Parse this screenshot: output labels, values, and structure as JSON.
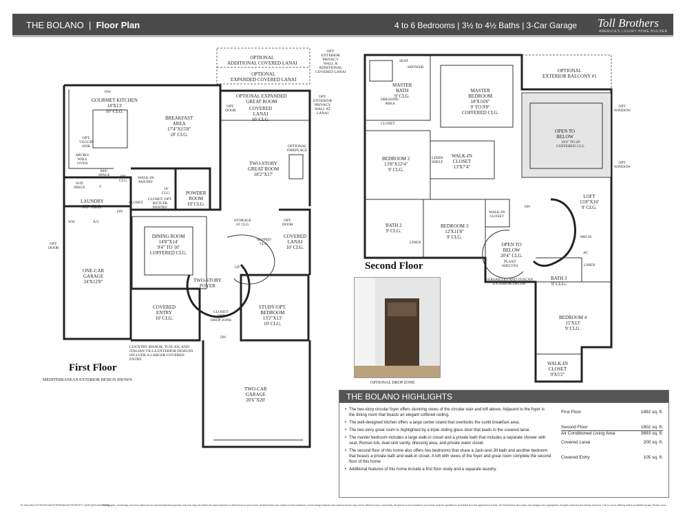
{
  "header": {
    "plan_name": "THE BOLANO",
    "separator": "|",
    "section": "Floor Plan",
    "specs": "4 to 6 Bedrooms | 3½ to 4½ Baths | 3-Car Garage",
    "brand": "Toll Brothers",
    "brand_tagline": "AMERICA'S LUXURY HOME BUILDER"
  },
  "first_floor": {
    "title": "First Floor",
    "caption": "MEDITERRANEAN EXTERIOR DESIGN SHOWN",
    "rooms": {
      "kitchen": "GOURMET KITCHEN\n18'X13'\n10' CLG.",
      "breakfast": "BREAKFAST\nAREA\n17'4\"X15'8\"\n10' CLG.",
      "opt_additional_lanai": "OPTIONAL\nADDITIONAL COVERED LANAI",
      "opt_expanded_lanai": "OPTIONAL\nEXPANDED COVERED LANAI",
      "opt_expanded_great": "OPTIONAL EXPANDED\nGREAT ROOM",
      "covered_lanai_top": "COVERED\nLANAI\n10' CLG.",
      "opt_ext_wall_1": "OPT.\nEXTERIOR\nPRIVACY\nWALL &\nADDITIONAL\nCOVERED LANAI",
      "opt_ext_wall_2": "OPT.\nEXTERIOR\nPRIVACY\nWALL AT\nLANAI",
      "opt_door_1": "OPT.\nDOOR",
      "great_room": "TWO-STORY\nGREAT ROOM\n18'2\"X17'",
      "opt_fireplace": "OPTIONAL\nFIREPLACE",
      "opt_veggie_sink": "OPT.\nVEGGIE\nSINK",
      "micro_oven": "MICRO/\nWALL\nOVEN",
      "ref_space": "REF.\nSPACE",
      "clg_8": "8'8\"\nCLG.",
      "walkin_pantry": "WALK-IN\nPANTRY",
      "clg_10": "10'\nCLG.",
      "powder_room": "POWDER\nROOM\n10' CLG.",
      "wd_space": "W/D\nSPACE",
      "t": "T",
      "laundry": "LAUNDRY\n8'8\" CLG.",
      "closet": "CLOSET",
      "butler_pantry": "CLOSET/ OPT.\nBUTLER\nPANTRY",
      "dn_1": "DN",
      "wh": "WH",
      "ac_1": "A/C",
      "opt_door_2": "OPT.\nDOOR",
      "one_car_garage": "ONE-CAR\nGARAGE\n24'X12'8\"",
      "dining_room": "DINING ROOM\n14'8\"X14'\n9'4\" TO 10'\nCOFFERED CLG.",
      "storage": "STORAGE\n10' CLG.",
      "sloped_clg": "SLOPED\nCLG.",
      "up": "UP",
      "opt_door_3": "OPT.\nDOOR",
      "covered_lanai_side": "COVERED\nLANAI\n10' CLG.",
      "foyer": "TWO-STORY\nFOYER",
      "covered_entry": "COVERED\nENTRY\n10' CLG.",
      "closet_dropzone": "CLOSET/\nOPT.\nDROP ZONE",
      "study": "STUDY/OPT.\nBEDROOM\n13'2\"X13'\n10' CLG.",
      "dn_2": "DN",
      "exterior_note": "COUNTRY MANOR, TUSCAN, AND\nITALIAN VILLA EXTERIOR DESIGNS\nINCLUDE A LARGER COVERED\nENTRY.",
      "two_car_garage": "TWO-CAR\nGARAGE\n20'6\"X20'",
      "dw": "DW"
    }
  },
  "second_floor": {
    "title": "Second Floor",
    "rooms": {
      "seat": "SEAT",
      "shower": "SHOWER",
      "master_bath": "MASTER\nBATH\n9' CLG.",
      "dressing_area": "DRESSING\nAREA",
      "master_bedroom": "MASTER\nBEDROOM\n18'X16'8\"\n9' TO 9'8\"\nCOFFERED CLG.",
      "opt_balcony": "OPTIONAL\nEXTERIOR BALCONY #1",
      "opt_window_1": "OPT.\nWINDOW",
      "closet": "CLOSET",
      "open_below_1": "OPEN TO\nBELOW",
      "open_below_1_note": "19'4\" TO 20'\nCOFFERED CLG.",
      "opt_window_2": "OPT.\nWINDOW",
      "bedroom2": "BEDROOM 2\n13'8\"X12'4\"\n9' CLG.",
      "linen_shelf": "LINEN\nSHELF",
      "walkin_master": "WALK-IN\nCLOSET\n13'X7'4\"",
      "loft": "LOFT\n15'8\"X10'\n9' CLG.",
      "dn": "DN",
      "walkin_small": "WALK-IN\nCLOSET",
      "bath2": "BATH 2\n9' CLG.",
      "bedroom3": "BEDROOM 3\n12'X11'8\"\n9' CLG.",
      "linen_1": "LINEN",
      "open_below_2": "OPEN TO\nBELOW\n20'4\" CLG.",
      "mech": "MECH.",
      "ac": "AC",
      "linen_2": "LINEN",
      "plant_shelves": "PLANT\nSHELVES",
      "exterior_decor": "VERSAILLES AND TUSCAN\nEXTERIOR DECOR",
      "bath3": "BATH 3\n9' CLG.",
      "bedroom4": "BEDROOM 4\n15'X13'\n9' CLG.",
      "walkin_b4": "WALK-IN\nCLOSET\n9'X5'2\""
    }
  },
  "photo_caption": "OPTIONAL DROP ZONE",
  "highlights": {
    "title": "THE BOLANO HIGHLIGHTS",
    "items": [
      "The two-story circular foyer offers stunning views of the circular stair and loft above. Adjacent to the foyer is the dining room that boasts an elegant coffered ceiling.",
      "The well-designed kitchen offers a large center island that overlooks the sunlit breakfast area.",
      "The two-story great room is highlighted by a triple sliding glass door that leads to the covered lanai.",
      "The master bedroom includes a large walk-in closet and a private bath that includes a separate shower with seat, Roman tub, dual-sink vanity, dressing area, and private water closet.",
      "The second floor of this home also offers two bedrooms that share a Jack-and-Jill bath and another bedroom that boasts a private bath and walk-in closet. A loft with views of the foyer and great room complete the second floor of this home",
      "Additional features of this home include a first floor study and a separate laundry."
    ],
    "stats": [
      {
        "label": "First Floor",
        "value": "1892 sq. ft."
      },
      {
        "label": "Second Floor",
        "value": "1802 sq. ft.",
        "label2": "Air Conditioned Living Area",
        "value2": "3693 sq. ft."
      },
      {
        "label": "Covered Lanai",
        "value": "200 sq. ft."
      },
      {
        "label": "Covered Entry",
        "value": "105 sq. ft."
      }
    ]
  },
  "footer": {
    "code": "FL-BOLANO-EXTERIOR-MEDITERRANEAN PROPERTY CARD (BOLANO W/N9)",
    "disclaimer": "Photographs, renderings, and floor plans are for representational purposes only and may not reflect the exact features or dimensions of your home. All dimensions are subject to field variations. Some design features and options shown may not be offered in your community. All options to be included in your home must be specified in an Exhibit B to the Agreement of Sale. All Toll Brothers floor plans and designs are copyrighted. All rights reserved and strictly enforced. This is not an offering where prohibited by law. Please consult our sales representative for details."
  }
}
